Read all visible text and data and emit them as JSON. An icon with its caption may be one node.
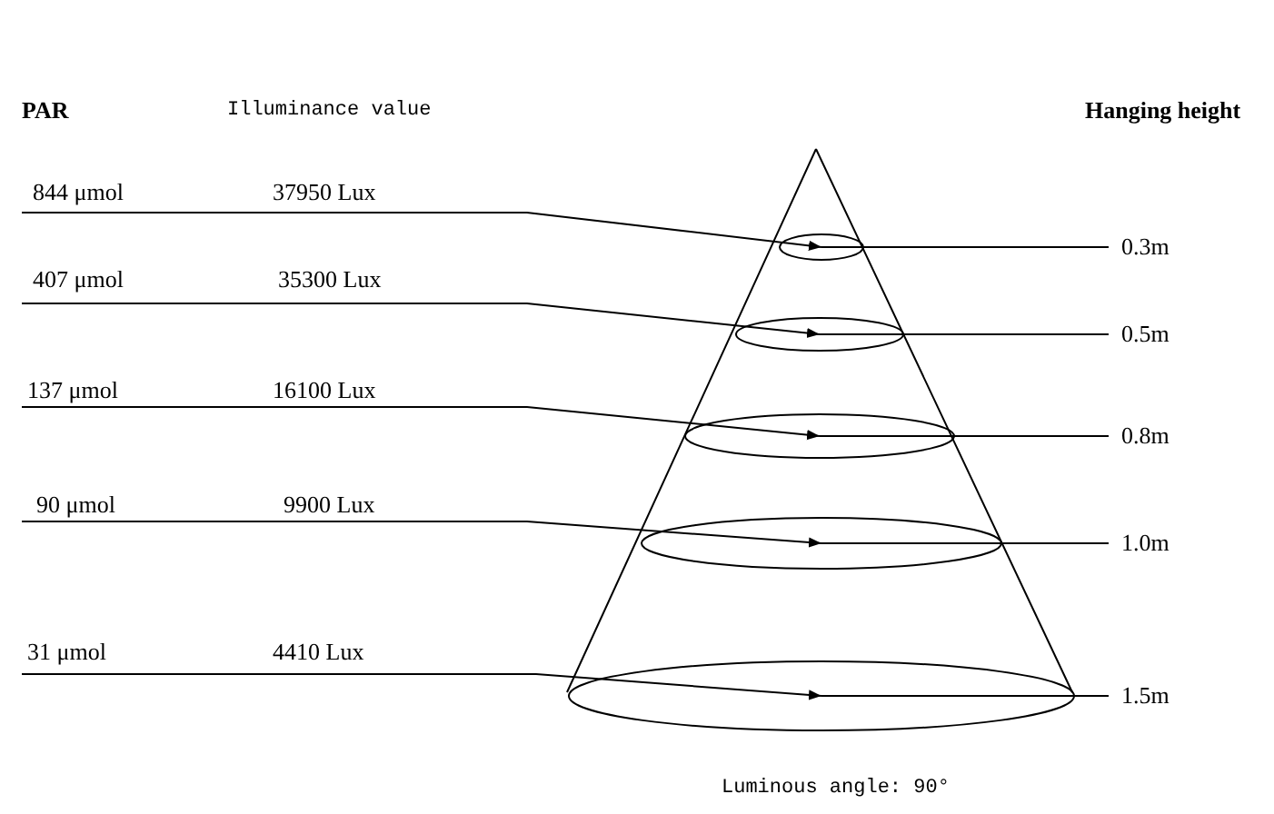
{
  "diagram": {
    "nodes": [
      {
        "text": [
          "844 μmol",
          "37950 Lux"
        ]
      },
      {
        "text": [],
        "shape": "ellipse"
      },
      {
        "text": [
          "0.3m"
        ]
      },
      {
        "text": [
          "407 μmol",
          "35300 Lux"
        ]
      },
      {
        "text": [],
        "shape": "ellipse"
      },
      {
        "text": [
          "0.5m"
        ]
      },
      {
        "text": [
          "137 μmol",
          "16100 Lux"
        ]
      },
      {
        "text": [],
        "shape": "ellipse"
      },
      {
        "text": [
          "0.8m"
        ]
      },
      {
        "text": [
          "90 μmol",
          "9900 Lux"
        ]
      },
      {
        "text": [],
        "shape": "ellipse"
      },
      {
        "text": [
          "1.0m"
        ]
      },
      {
        "text": [
          "31 μmol",
          "4410 Lux"
        ]
      },
      {
        "text": [],
        "shape": "ellipse"
      },
      {
        "text": [
          "1.5m"
        ]
      }
    ],
    "edges": [
      {
        "from": 0,
        "to": 1,
        "arrow": "to"
      },
      {
        "from": 1,
        "to": 2,
        "arrow": "none"
      },
      {
        "from": 3,
        "to": 4,
        "arrow": "to"
      },
      {
        "from": 4,
        "to": 5,
        "arrow": "none"
      },
      {
        "from": 6,
        "to": 7,
        "arrow": "to"
      },
      {
        "from": 7,
        "to": 8,
        "arrow": "none"
      },
      {
        "from": 9,
        "to": 10,
        "arrow": "to"
      },
      {
        "from": 10,
        "to": 11,
        "arrow": "none"
      },
      {
        "from": 12,
        "to": 13,
        "arrow": "to"
      },
      {
        "from": 13,
        "to": 14,
        "arrow": "none"
      }
    ],
    "labels": [
      "PAR",
      "Illuminance value",
      "Hanging height",
      "Luminous angle: 90°"
    ]
  }
}
